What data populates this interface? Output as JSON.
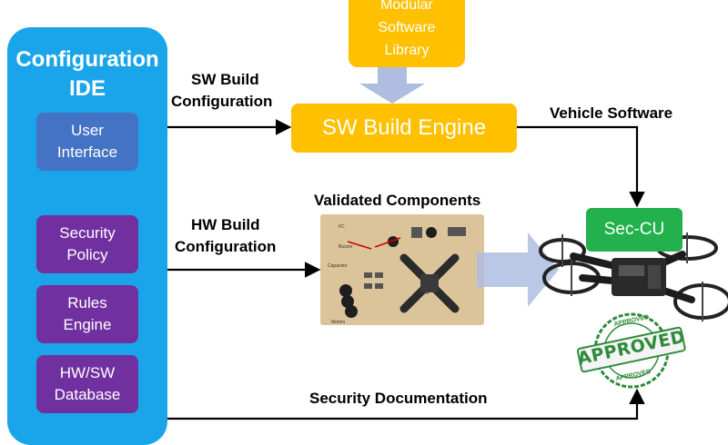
{
  "ide": {
    "title_line1": "Configuration",
    "title_line2": "IDE",
    "items": [
      {
        "line1": "User",
        "line2": "Interface"
      },
      {
        "line1": "Security",
        "line2": "Policy"
      },
      {
        "line1": "Rules",
        "line2": "Engine"
      },
      {
        "line1": "HW/SW",
        "line2": "Database"
      }
    ]
  },
  "library": {
    "line1": "Modular",
    "line2": "Software",
    "line3": "Library"
  },
  "engine": {
    "label": "SW Build Engine"
  },
  "labels": {
    "sw_build_line1": "SW Build",
    "sw_build_line2": "Configuration",
    "hw_build_line1": "HW Build",
    "hw_build_line2": "Configuration",
    "vehicle_software": "Vehicle Software",
    "validated_components": "Validated Components",
    "security_documentation": "Security Documentation"
  },
  "seccu": {
    "label": "Sec-CU"
  },
  "stamp": {
    "word": "APPROVED",
    "small_top": "APPROVED",
    "small_bottom": "APPROVED"
  },
  "colors": {
    "ide_panel": "#1aa5ea",
    "user_interface": "#4472c4",
    "purple_boxes": "#7030a0",
    "yellow_boxes": "#ffc000",
    "seccu": "#22b14c",
    "stamp_green": "#2e8b3a"
  },
  "icons": {
    "drone": "quadcopter-drone-icon",
    "stamp": "approved-stamp-icon",
    "components": "components-photo"
  }
}
